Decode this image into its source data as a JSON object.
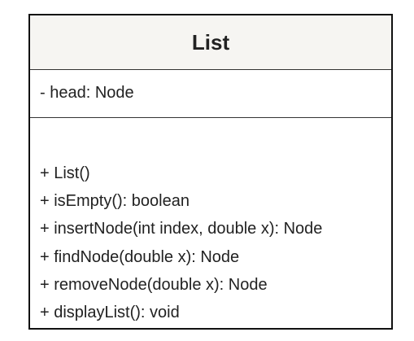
{
  "class": {
    "name": "List",
    "attributes": [
      "- head: Node"
    ],
    "methods": [
      "+ List()",
      "+ isEmpty(): boolean",
      "+ insertNode(int index, double x): Node",
      "+ findNode(double x): Node",
      "+ removeNode(double x): Node",
      "+ displayList(): void"
    ]
  },
  "colors": {
    "header_fill": "#f6f5f2",
    "border": "#111111",
    "text": "#222222"
  }
}
